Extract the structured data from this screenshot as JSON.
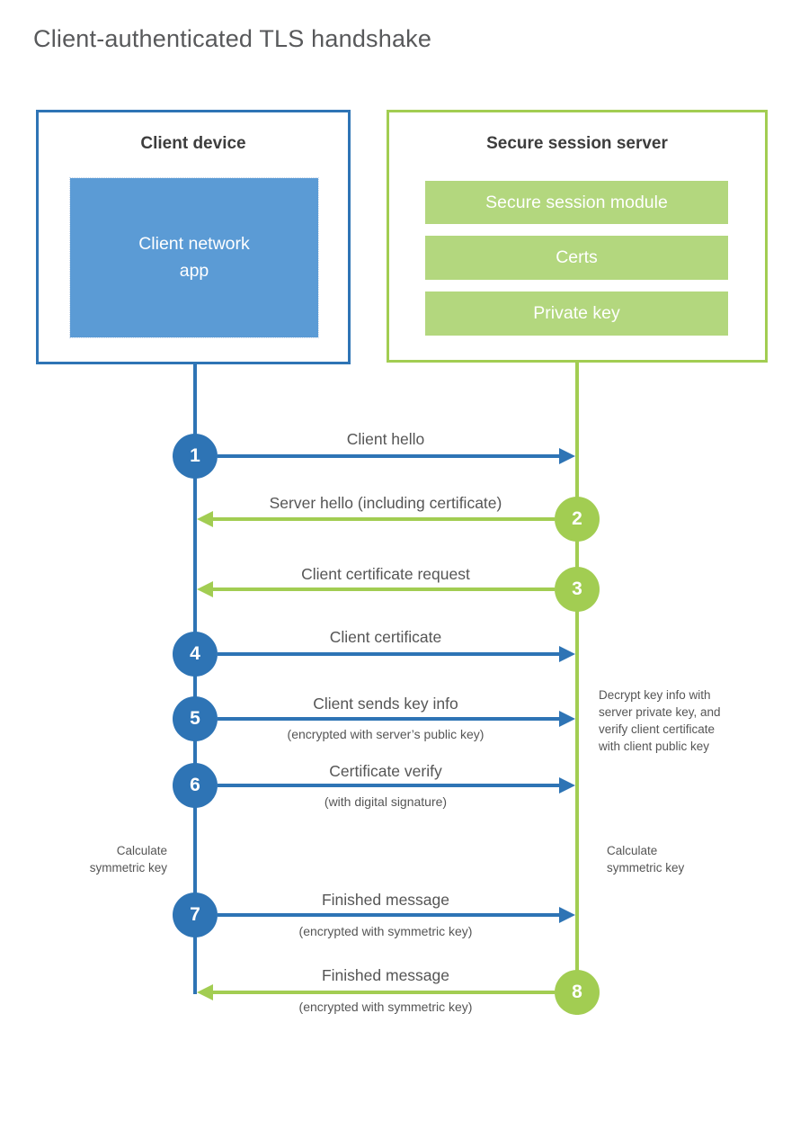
{
  "title": "Client-authenticated TLS handshake",
  "client": {
    "title": "Client device",
    "app_label": "Client network\napp"
  },
  "server": {
    "title": "Secure session server",
    "modules": [
      "Secure session module",
      "Certs",
      "Private key"
    ]
  },
  "steps": [
    {
      "number": "1",
      "label": "Client hello",
      "direction": "right",
      "color": "blue"
    },
    {
      "number": "2",
      "label": "Server hello (including certificate)",
      "direction": "left",
      "color": "green"
    },
    {
      "number": "3",
      "label": "Client certificate request",
      "direction": "left",
      "color": "green"
    },
    {
      "number": "4",
      "label": "Client certificate",
      "direction": "right",
      "color": "blue"
    },
    {
      "number": "5",
      "label": "Client sends key info",
      "sublabel": "(encrypted with server’s public key)",
      "direction": "right",
      "color": "blue"
    },
    {
      "number": "6",
      "label": "Certificate verify",
      "sublabel": "(with digital signature)",
      "direction": "right",
      "color": "blue"
    },
    {
      "number": "7",
      "label": "Finished message",
      "sublabel": "(encrypted with symmetric key)",
      "direction": "right",
      "color": "blue"
    },
    {
      "number": "8",
      "label": "Finished message",
      "sublabel": "(encrypted with symmetric key)",
      "direction": "left",
      "color": "green"
    }
  ],
  "notes": {
    "decrypt": "Decrypt key info with\nserver private key, and\nverify client certificate\nwith client public key",
    "calc_left": "Calculate\nsymmetric key",
    "calc_right": "Calculate\nsymmetric key"
  },
  "colors": {
    "blue": "#2e74b5",
    "blue_fill": "#5b9bd5",
    "green": "#a2cd52",
    "green_fill": "#b3d77e",
    "text": "#555555"
  }
}
